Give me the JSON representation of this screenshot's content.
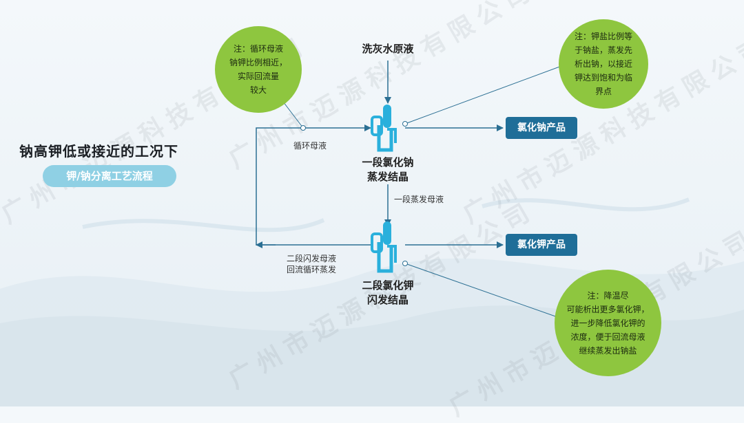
{
  "watermark": "广州市迈源科技有限公司",
  "title": "钠高钾低或接近的工况下",
  "subtitle": "钾/钠分离工艺流程",
  "feed": "洗灰水原液",
  "stage1": {
    "line1": "一段氯化钠",
    "line2": "蒸发结晶"
  },
  "stage2": {
    "line1": "二段氯化钾",
    "line2": "闪发结晶"
  },
  "mid_liquor": "一段蒸发母液",
  "recycle_top": "循环母液",
  "recycle_bottom": {
    "line1": "二段闪发母液",
    "line2": "回流循环蒸发"
  },
  "products": {
    "nacl": "氯化钠产品",
    "kcl": "氯化钾产品"
  },
  "notes": {
    "top_left": [
      "注：循环母液",
      "钠钾比例相近，",
      "实际回流量",
      "较大"
    ],
    "top_right": [
      "注：钾盐比例等",
      "于钠盐，蒸发先",
      "析出钠，以接近",
      "钾达到饱和为临",
      "界点"
    ],
    "bottom_right": [
      "注：降温尽",
      "可能析出更多氯化钾，",
      "进一步降低氯化钾的",
      "浓度，便于回流母液",
      "继续蒸发出钠盐"
    ]
  },
  "colors": {
    "arrow": "#2b6f93",
    "note_green": "#8ec63f",
    "product_blue": "#1f6e98",
    "pill": "#8fd0e4",
    "vessel": "#2ab0dc"
  }
}
